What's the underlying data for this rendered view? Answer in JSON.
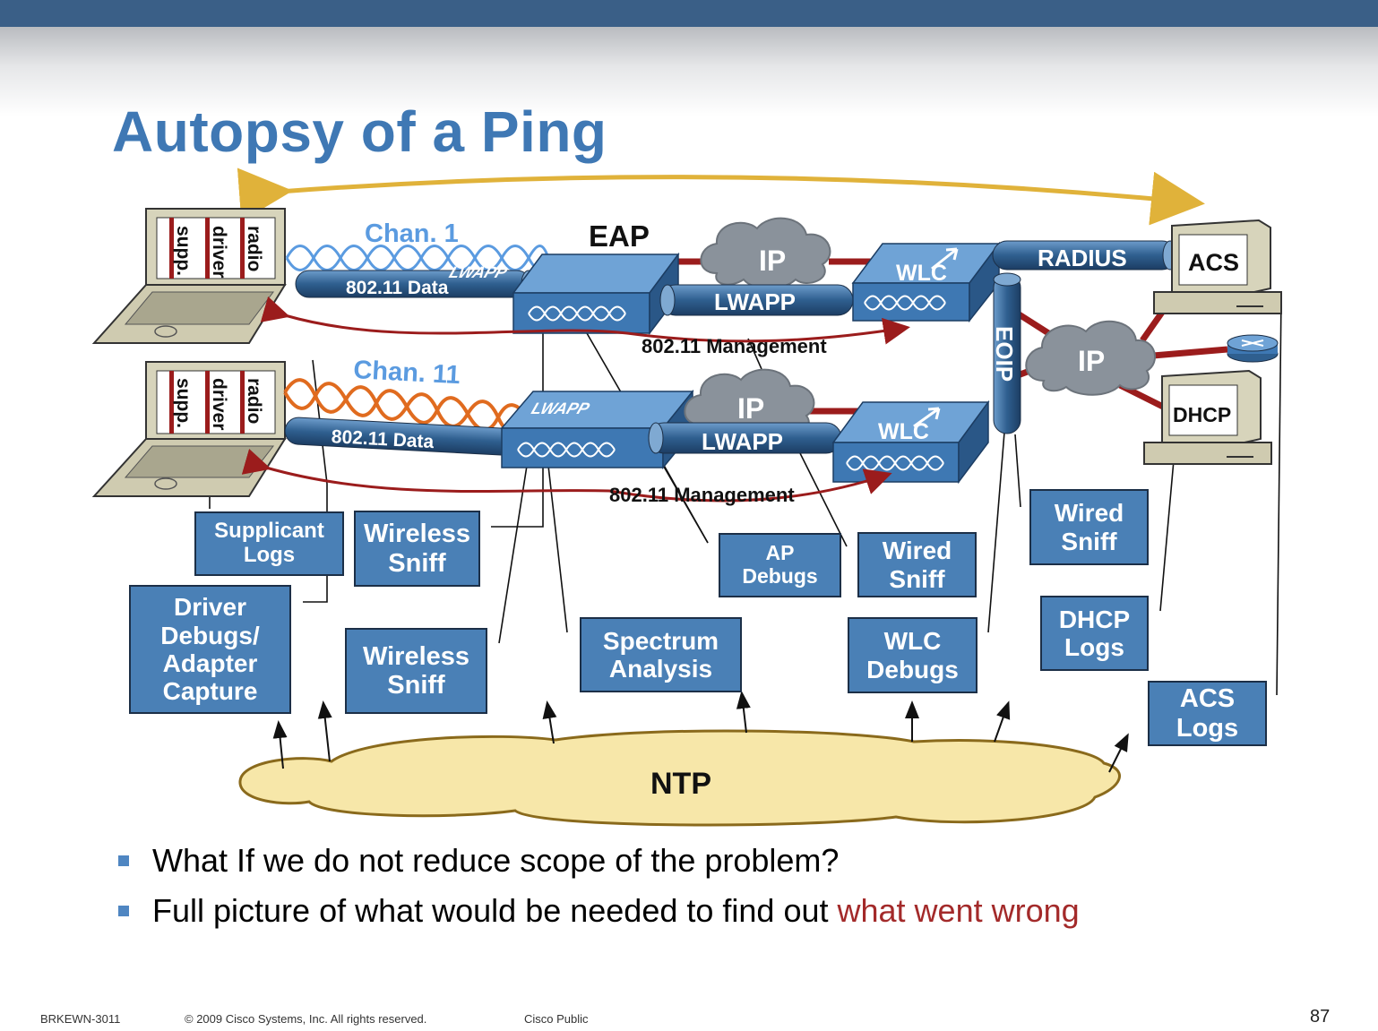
{
  "slide": {
    "title": "Autopsy of a Ping"
  },
  "diagram": {
    "clients": [
      {
        "stack": [
          "radio",
          "driver",
          "supp."
        ],
        "channel": "Chan. 1",
        "data_link": "802.11 Data"
      },
      {
        "stack": [
          "radio",
          "driver",
          "supp."
        ],
        "channel": "Chan. 11",
        "data_link": "802.11 Data"
      }
    ],
    "eap_label": "EAP",
    "ap_label": "LWAPP",
    "ip_cloud_label": "IP",
    "lwapp_tunnel_label": "LWAPP",
    "wlc_label": "WLC",
    "management_label": "802.11 Management",
    "radius_label": "RADIUS",
    "eoip_label": "EOIP",
    "servers": {
      "acs": "ACS",
      "dhcp": "DHCP"
    },
    "ntp_label": "NTP",
    "boxes": {
      "supplicant_logs": "Supplicant Logs",
      "wireless_sniff_1": "Wireless Sniff",
      "driver_debugs": "Driver Debugs/ Adapter Capture",
      "wireless_sniff_2": "Wireless Sniff",
      "spectrum_analysis": "Spectrum Analysis",
      "ap_debugs": "AP Debugs",
      "wired_sniff_1": "Wired Sniff",
      "wlc_debugs": "WLC Debugs",
      "wired_sniff_2": "Wired Sniff",
      "dhcp_logs": "DHCP Logs",
      "acs_logs": "ACS Logs"
    }
  },
  "bullets": [
    {
      "text": "What If we do not reduce scope of the problem?"
    },
    {
      "text": "Full picture of what would be needed to find out ",
      "highlight": "what went wrong"
    }
  ],
  "footer": {
    "session": "BRKEWN-3011",
    "copyright": "© 2009 Cisco Systems, Inc. All rights reserved.",
    "classification": "Cisco Public",
    "page": "87"
  },
  "colors": {
    "title": "#3f78b4",
    "box_fill": "#4a80b6",
    "tunnel": "#2c5c8a",
    "red_link": "#9b1c1c",
    "orange_wave": "#e06b1f",
    "gold_arrow": "#e0b23a",
    "ntp_cloud": "#f7e7a9",
    "highlight_text": "#a32a2a"
  }
}
